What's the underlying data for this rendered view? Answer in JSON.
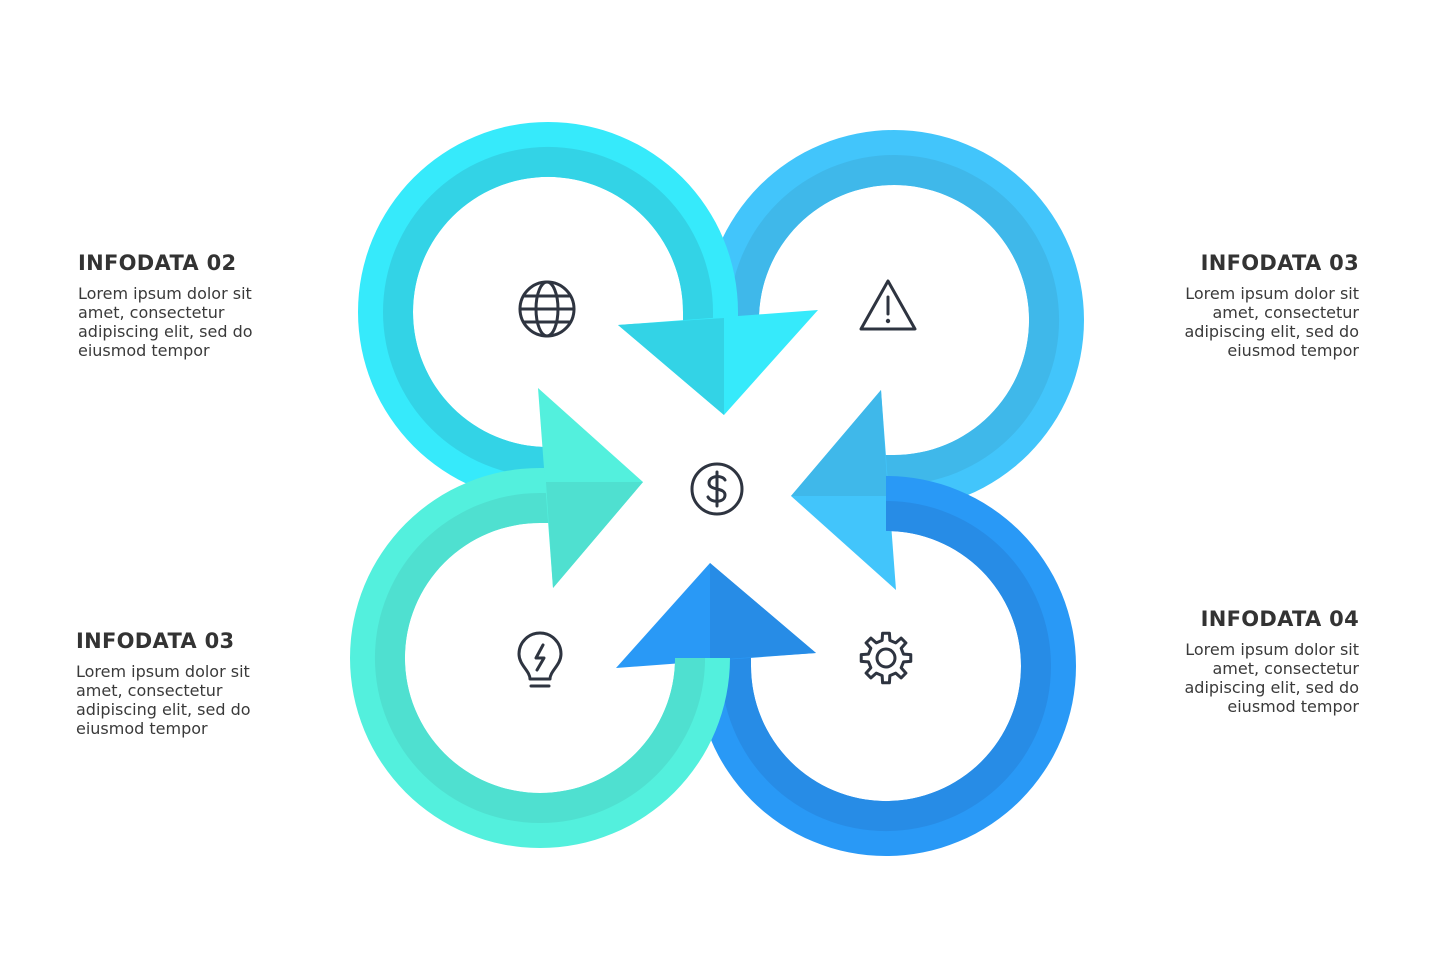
{
  "colors": {
    "loop_top_left": "#36eafb",
    "loop_top_left_inner": "#33d3e6",
    "loop_top_right": "#42c5fb",
    "loop_top_right_inner": "#3fb8ea",
    "loop_bottom_left": "#53f0dd",
    "loop_bottom_left_inner": "#4fe0d0",
    "loop_bottom_right": "#2999f6",
    "loop_bottom_right_inner": "#278ce6",
    "icon_stroke": "#2e3440",
    "text": "#333333"
  },
  "icons": {
    "top_left": "globe-icon",
    "top_right": "warning-icon",
    "bottom_left": "lightbulb-icon",
    "bottom_right": "gear-icon",
    "center": "dollar-icon"
  },
  "blocks": {
    "top_left": {
      "title": "INFODATA 02",
      "lines": [
        "Lorem ipsum dolor sit",
        "amet, consectetur",
        "adipiscing elit, sed do",
        "eiusmod tempor"
      ]
    },
    "bottom_left": {
      "title": "INFODATA 03",
      "lines": [
        "Lorem ipsum dolor sit",
        "amet, consectetur",
        "adipiscing elit, sed do",
        "eiusmod tempor"
      ]
    },
    "top_right": {
      "title": "INFODATA 03",
      "lines": [
        "Lorem ipsum dolor sit",
        "amet, consectetur",
        "adipiscing elit, sed do",
        "eiusmod tempor"
      ]
    },
    "bottom_right": {
      "title": "INFODATA 04",
      "lines": [
        "Lorem ipsum dolor sit",
        "amet, consectetur",
        "adipiscing elit, sed do",
        "eiusmod tempor"
      ]
    }
  }
}
